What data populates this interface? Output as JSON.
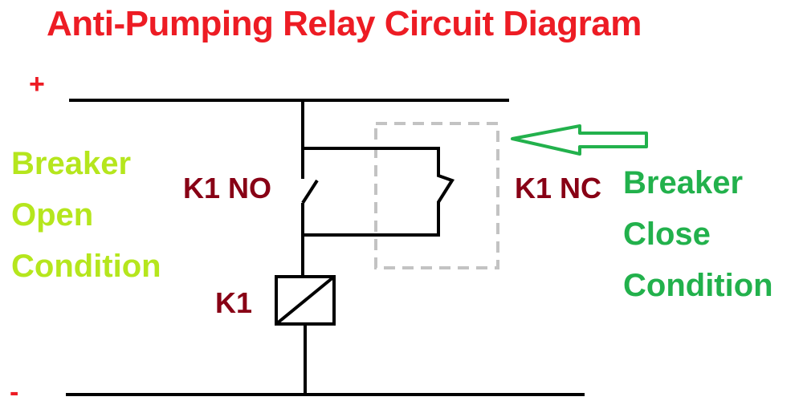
{
  "title": "Anti-Pumping Relay Circuit Diagram",
  "rails": {
    "positive": "+",
    "negative": "-"
  },
  "labels": {
    "k1_no": "K1 NO",
    "k1_nc": "K1 NC",
    "k1_coil": "K1"
  },
  "breaker_open_condition": [
    "Breaker",
    "Open",
    "Condition"
  ],
  "breaker_close_condition": [
    "Breaker",
    "Close",
    "Condition"
  ],
  "colors": {
    "title": "#ed1c24",
    "rail_signs": "#ed1c24",
    "component_labels": "#880015",
    "open_condition": "#b5e61d",
    "close_condition": "#22b14c",
    "arrow": "#22b14c",
    "highlight_box": "#c3c3c3",
    "wires": "#000000"
  }
}
